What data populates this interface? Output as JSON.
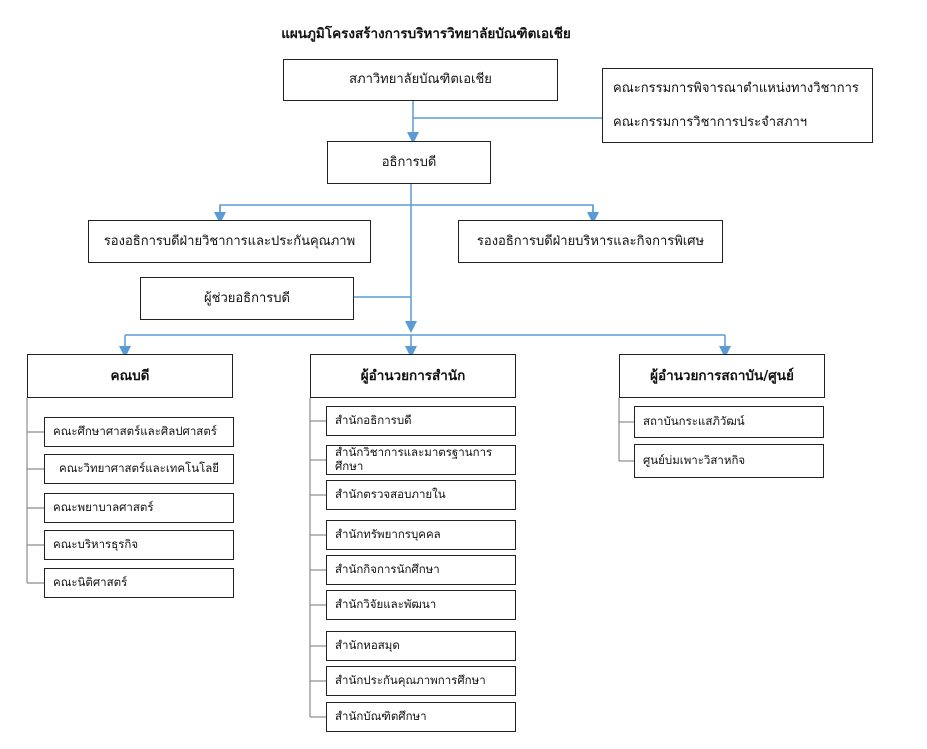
{
  "title": "แผนภูมิโครงสร้างการบริหารวิทยาลัยบัณฑิตเอเชีย",
  "council": "สภาวิทยาลัยบัณฑิตเอเชีย",
  "committees": [
    "คณะกรรมการพิจารณาตำแหน่งทางวิชาการ",
    "คณะกรรมการวิชาการประจำสภาฯ"
  ],
  "president": "อธิการบดี",
  "vp_academic": "รองอธิการบดีฝ่ายวิชาการและประกันคุณภาพ",
  "vp_admin": "รองอธิการบดีฝ่ายบริหารและกิจการพิเศษ",
  "assistant": "ผู้ช่วยอธิการบดี",
  "groups": {
    "deans": {
      "head": "คณบดี",
      "items": [
        "คณะศึกษาศาสตร์และศิลปศาสตร์",
        "คณะวิทยาศาสตร์และเทคโนโลยี",
        "คณะพยาบาลศาสตร์",
        "คณะบริหารธุรกิจ",
        "คณะนิติศาสตร์"
      ]
    },
    "offices": {
      "head": "ผู้อำนวยการสำนัก",
      "items": [
        "สำนักอธิการบดี",
        "สำนักวิชาการและมาตรฐานการศึกษา",
        "สำนักตรวจสอบภายใน",
        "สำนักทรัพยากรบุคคล",
        "สำนักกิจการนักศึกษา",
        "สำนักวิจัยและพัฒนา",
        "สำนักหอสมุด",
        "สำนักประกันคุณภาพการศึกษา",
        "สำนักบัณฑิตศึกษา"
      ]
    },
    "institutes": {
      "head": "ผู้อำนวยการสถาบัน/ศูนย์",
      "items": [
        "สถาบันกระแสภิวัฒน์",
        "ศูนย์บ่มเพาะวิสาหกิจ"
      ]
    }
  },
  "colors": {
    "connector": "#5b9bd5",
    "subline": "#8c8c8c",
    "border": "#222222"
  }
}
